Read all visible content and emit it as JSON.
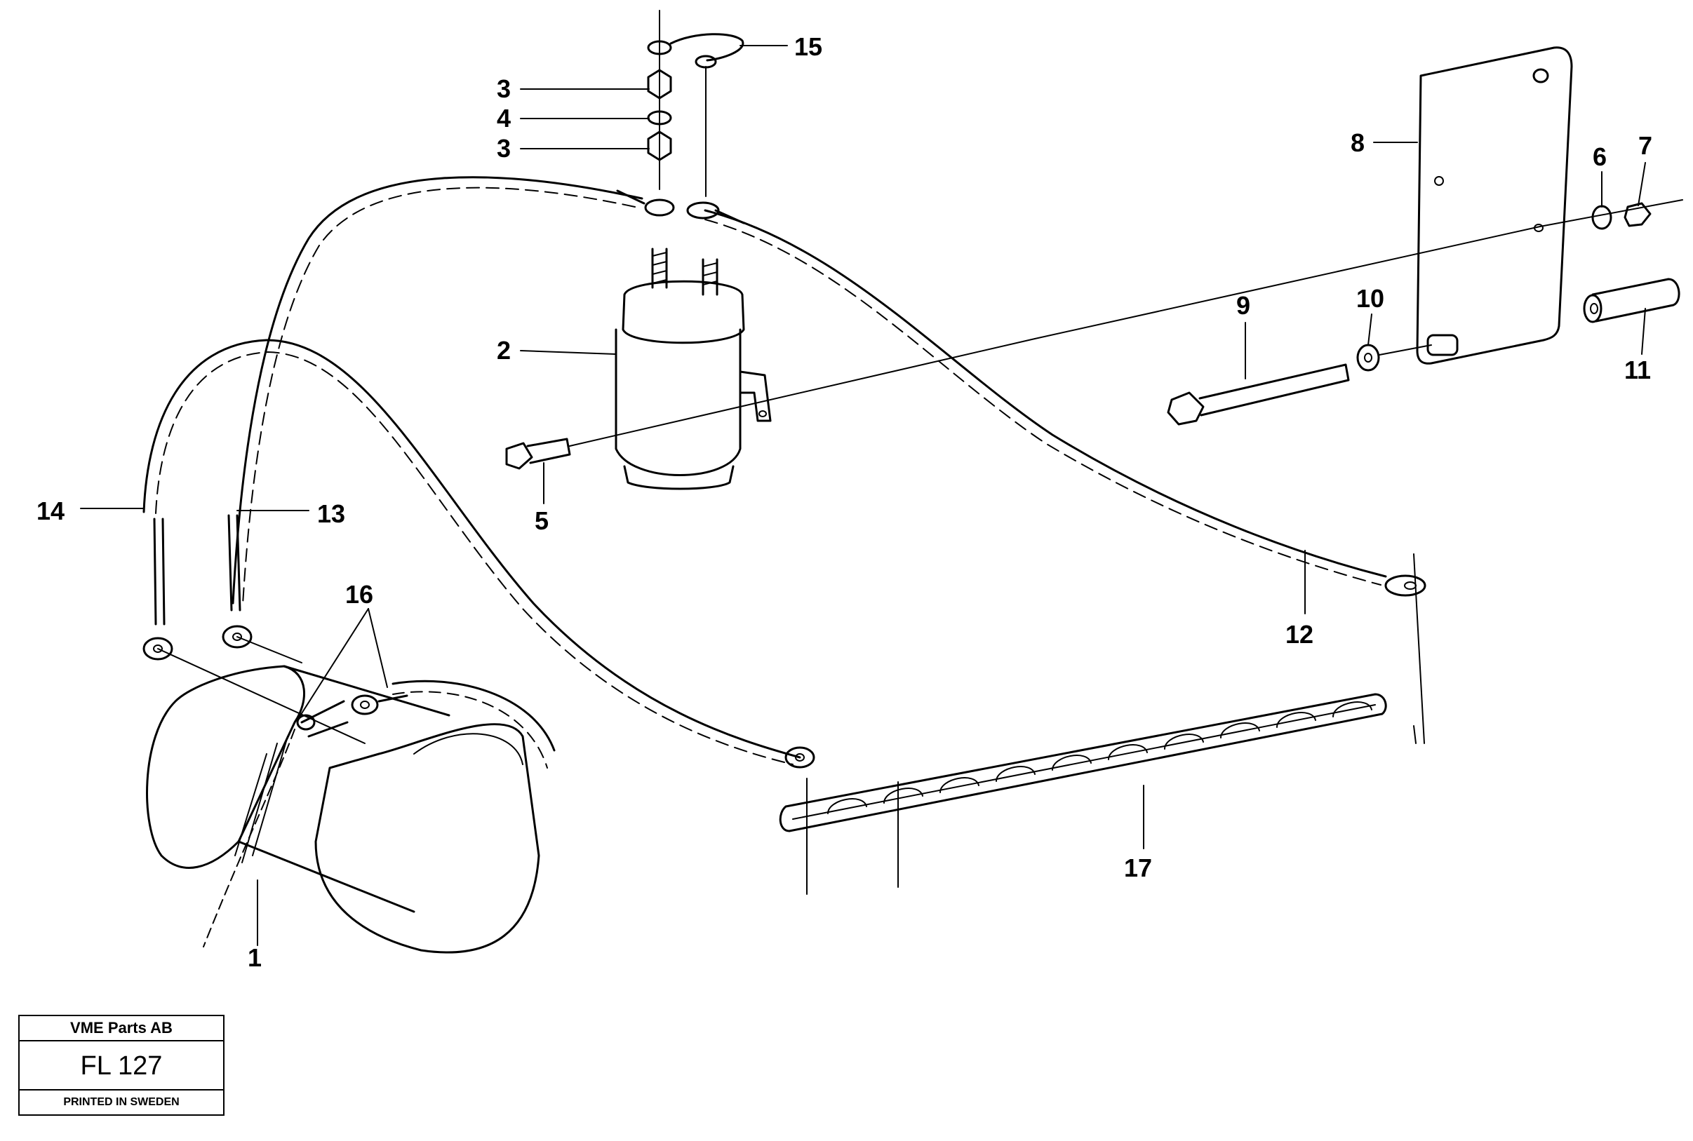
{
  "diagram": {
    "callouts": [
      {
        "id": "c1",
        "text": "1"
      },
      {
        "id": "c2",
        "text": "2"
      },
      {
        "id": "c3a",
        "text": "3"
      },
      {
        "id": "c3b",
        "text": "3"
      },
      {
        "id": "c4",
        "text": "4"
      },
      {
        "id": "c5",
        "text": "5"
      },
      {
        "id": "c6",
        "text": "6"
      },
      {
        "id": "c7",
        "text": "7"
      },
      {
        "id": "c8",
        "text": "8"
      },
      {
        "id": "c9",
        "text": "9"
      },
      {
        "id": "c10",
        "text": "10"
      },
      {
        "id": "c11",
        "text": "11"
      },
      {
        "id": "c12",
        "text": "12"
      },
      {
        "id": "c13",
        "text": "13"
      },
      {
        "id": "c14",
        "text": "14"
      },
      {
        "id": "c15",
        "text": "15"
      },
      {
        "id": "c16",
        "text": "16"
      },
      {
        "id": "c17",
        "text": "17"
      }
    ]
  },
  "title_block": {
    "company": "VME Parts AB",
    "code": "FL 127",
    "printed": "PRINTED IN SWEDEN"
  }
}
